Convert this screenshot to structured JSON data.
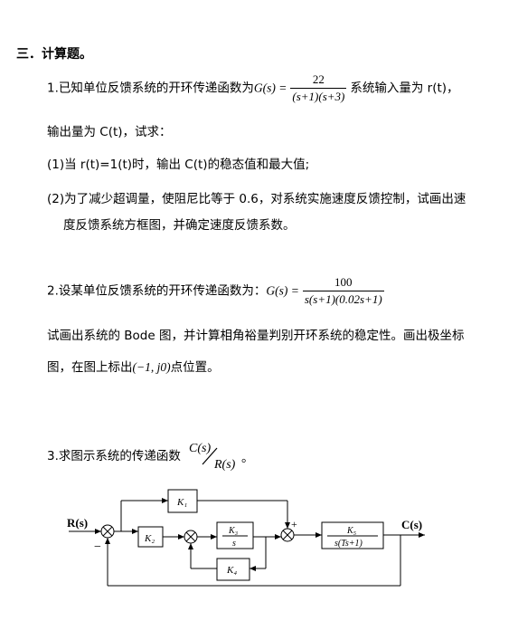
{
  "section_title": "三．计算题。",
  "q1": {
    "line1_prefix": "1.已知单位反馈系统的开环传递函数为",
    "lhs": "G(s) =",
    "numerator": "22",
    "denominator": "(s+1)(s+3)",
    "line1_suffix": "系统输入量为 r(t)，",
    "line2": "输出量为 C(t)，试求：",
    "item1": "(1)当 r(t)=1(t)时，输出 C(t)的稳态值和最大值;",
    "item2_a": "(2)为了减少超调量，使阻尼比等于 0.6，对系统实施速度反馈控制，试画出速",
    "item2_b": "度反馈系统方框图，并确定速度反馈系数。"
  },
  "q2": {
    "line1_prefix": "2.设某单位反馈系统的开环传递函数为：",
    "lhs": "G(s) =",
    "numerator": "100",
    "denominator": "s(s+1)(0.02s+1)",
    "line2": "试画出系统的 Bode 图，并计算相角裕量判别开环系统的稳定性。画出极坐标",
    "line3_prefix": "图，在图上标出",
    "point": "(−1, j0)",
    "line3_suffix": "点位置。"
  },
  "q3": {
    "prefix": "3.求图示系统的传递函数",
    "ratio_num": "C(s)",
    "ratio_den": "R(s)",
    "suffix": "。"
  },
  "diagram": {
    "input_label": "R(s)",
    "output_label": "C(s)",
    "minus_sign": "−",
    "plus_sign": "+",
    "k1": "K₁",
    "k2": "K₂",
    "k3_num": "K₃",
    "k3_den": "s",
    "k4": "K₄",
    "k5_num": "K₅",
    "k5_den": "s(Ts+1)"
  }
}
